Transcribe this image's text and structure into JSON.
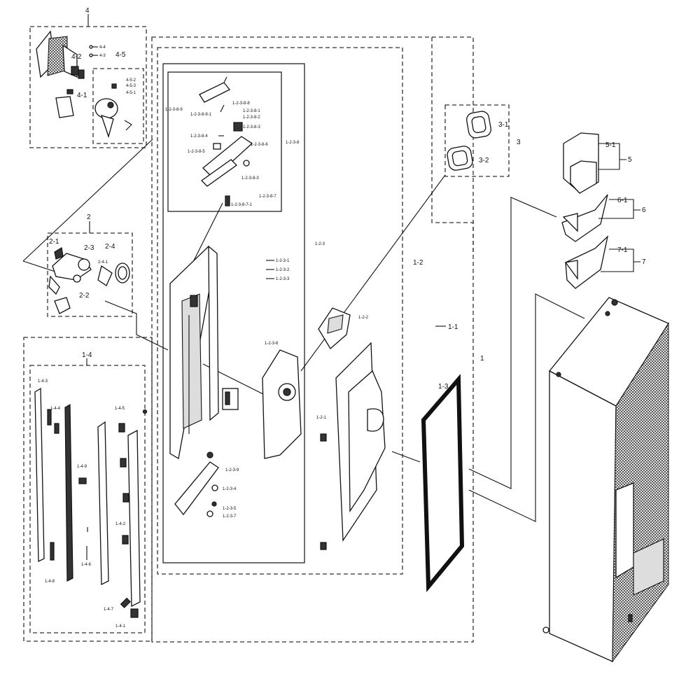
{
  "callouts": {
    "c1": "1",
    "c1_1": "1-1",
    "c1_2": "1-2",
    "c1_2_1": "1-2-1",
    "c1_2_2": "1-2-2",
    "c1_2_3": "1-2-3",
    "c1_2_3_1": "1-2-3-1",
    "c1_2_3_2": "1-2-3-2",
    "c1_2_3_3": "1-2-3-3",
    "c1_2_3_4": "1-2-3-4",
    "c1_2_3_5": "1-2-3-5",
    "c1_2_3_6": "1-2-3-6",
    "c1_2_3_7": "1-2-3-7",
    "c1_2_3_8": "1-2-3-8",
    "c1_2_3_9": "1-2-3-9",
    "c1_2_3_8_1": "1-2-3-8-1",
    "c1_2_3_8_2": "1-2-3-8-2",
    "c1_2_3_8_3": "1-2-3-8-3",
    "c1_2_3_8_4": "1-2-3-8-4",
    "c1_2_3_8_5": "1-2-3-8-5",
    "c1_2_3_8_6": "1-2-3-8-6",
    "c1_2_3_8_7": "1-2-3-8-7",
    "c1_2_3_8_8": "1-2-3-8-8",
    "c1_2_3_8_9": "1-2-3-8-9",
    "c1_2_3_8_7_1": "1-2-3-8-7-1",
    "c1_2_3_8_9_1": "1-2-3-8-9-1",
    "c1_3": "1-3",
    "c1_4": "1-4",
    "c1_4_1": "1-4-1",
    "c1_4_2": "1-4-2",
    "c1_4_3": "1-4-3",
    "c1_4_4": "1-4-4",
    "c1_4_5": "1-4-5",
    "c1_4_6": "1-4-6",
    "c1_4_7": "1-4-7",
    "c1_4_8": "1-4-8",
    "c1_4_9": "1-4-9",
    "c2": "2",
    "c2_1": "2-1",
    "c2_2": "2-2",
    "c2_3": "2-3",
    "c2_4": "2-4",
    "c2_4_1": "2-4-1",
    "c3": "3",
    "c3_1": "3-1",
    "c3_2": "3-2",
    "c4": "4",
    "c4_1": "4-1",
    "c4_2": "4-2",
    "c4_3": "4-3",
    "c4_4": "4-4",
    "c4_5": "4-5",
    "c4_5_1": "4-5-1",
    "c4_5_2": "4-5-2",
    "c4_5_3": "4-5-3",
    "c5": "5",
    "c5_1": "5-1",
    "c6": "6",
    "c6_1": "6-1",
    "c7": "7",
    "c7_1": "7-1"
  }
}
